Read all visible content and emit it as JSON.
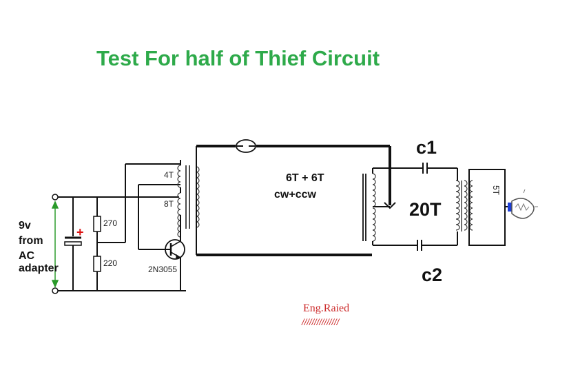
{
  "title": "Test For half of Thief Circuit",
  "colors": {
    "title": "#2eaa4a",
    "signature": "#cc2a2a",
    "wire": "#111111",
    "arrow": "#2a9a2a",
    "bulb_base": "#1d3fd8",
    "polarity": "#dd1111"
  },
  "labels": {
    "supply_line1": "9v",
    "supply_line2": "from",
    "supply_line3": "AC",
    "supply_line4": "adapter",
    "plus": "+",
    "r1": "270",
    "r2": "220",
    "transistor": "2N3055",
    "winding_4t": "4T",
    "winding_8t": "8T",
    "center_coil": "6T + 6T",
    "center_dir": "cw+ccw",
    "cap1": "c1",
    "cap2": "c2",
    "out_primary": "20T",
    "out_secondary": "5T",
    "signature": "Eng.Raied",
    "signature_mark": "///////////////"
  },
  "icons": [
    "battery-capacitor-icon",
    "resistor-icon",
    "npn-transistor-icon",
    "transformer-icon",
    "neon-lamp-icon",
    "capacitor-icon",
    "light-bulb-icon",
    "terminal-icon"
  ]
}
